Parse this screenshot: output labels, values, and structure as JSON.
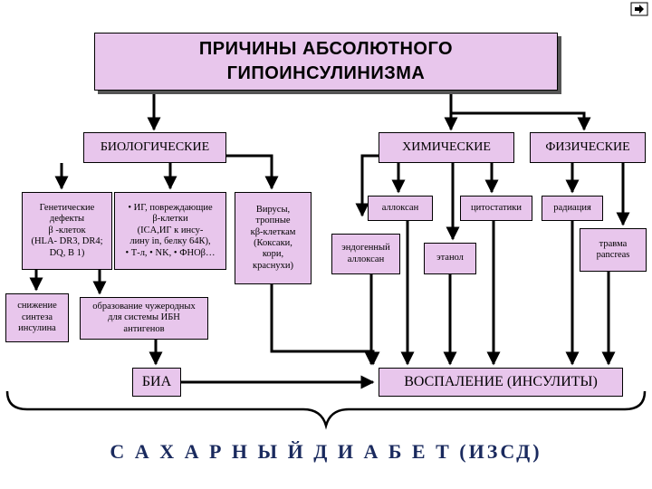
{
  "title_line1": "ПРИЧИНЫ АБСОЛЮТНОГО",
  "title_line2": "ГИПОИНСУЛИНИЗМА",
  "categories": {
    "bio": "БИОЛОГИЧЕСКИЕ",
    "chem": "ХИМИЧЕСКИЕ",
    "phys": "ФИЗИЧЕСКИЕ"
  },
  "bio_items": {
    "genetic": [
      "Генетические",
      "дефекты",
      "β -клеток",
      "(HLA- DR3, DR4;",
      "DQ, B 1)"
    ],
    "ig": [
      "• ИГ, повреждающие",
      "β-клетки",
      "(ICA,ИГ к инсу-",
      "лину in, белку 64К),",
      "• Т-л, • NK, • ФНОβ…"
    ],
    "viruses": [
      "Вирусы,",
      "тропные",
      "кβ-клеткам",
      "(Коксаки,",
      "кори,",
      "краснухи)"
    ],
    "synthesis": [
      "снижение",
      "синтеза",
      "инсулина"
    ],
    "antigens": [
      "образование чужеродных",
      "для системы ИБН",
      "антигенов"
    ]
  },
  "chem_items": {
    "alloxan": "аллоксан",
    "cytostatics": "цитостатики",
    "endo_alloxan": [
      "эндогенный",
      "аллоксан"
    ],
    "ethanol": "этанол"
  },
  "phys_items": {
    "radiation": "радиация",
    "trauma": [
      "травма",
      "pancreas"
    ]
  },
  "bia": "БИА",
  "inflammation": "ВОСПАЛЕНИЕ (ИНСУЛИТЫ)",
  "diabetes": "С А Х А Р Н Ы Й    Д И А Б Е Т (ИЗСД)",
  "colors": {
    "box_fill": "#e8c6ec",
    "stroke": "#000000",
    "diabetes_text": "#1a2a5e"
  },
  "icons": [
    "nav-arrow-icon"
  ]
}
